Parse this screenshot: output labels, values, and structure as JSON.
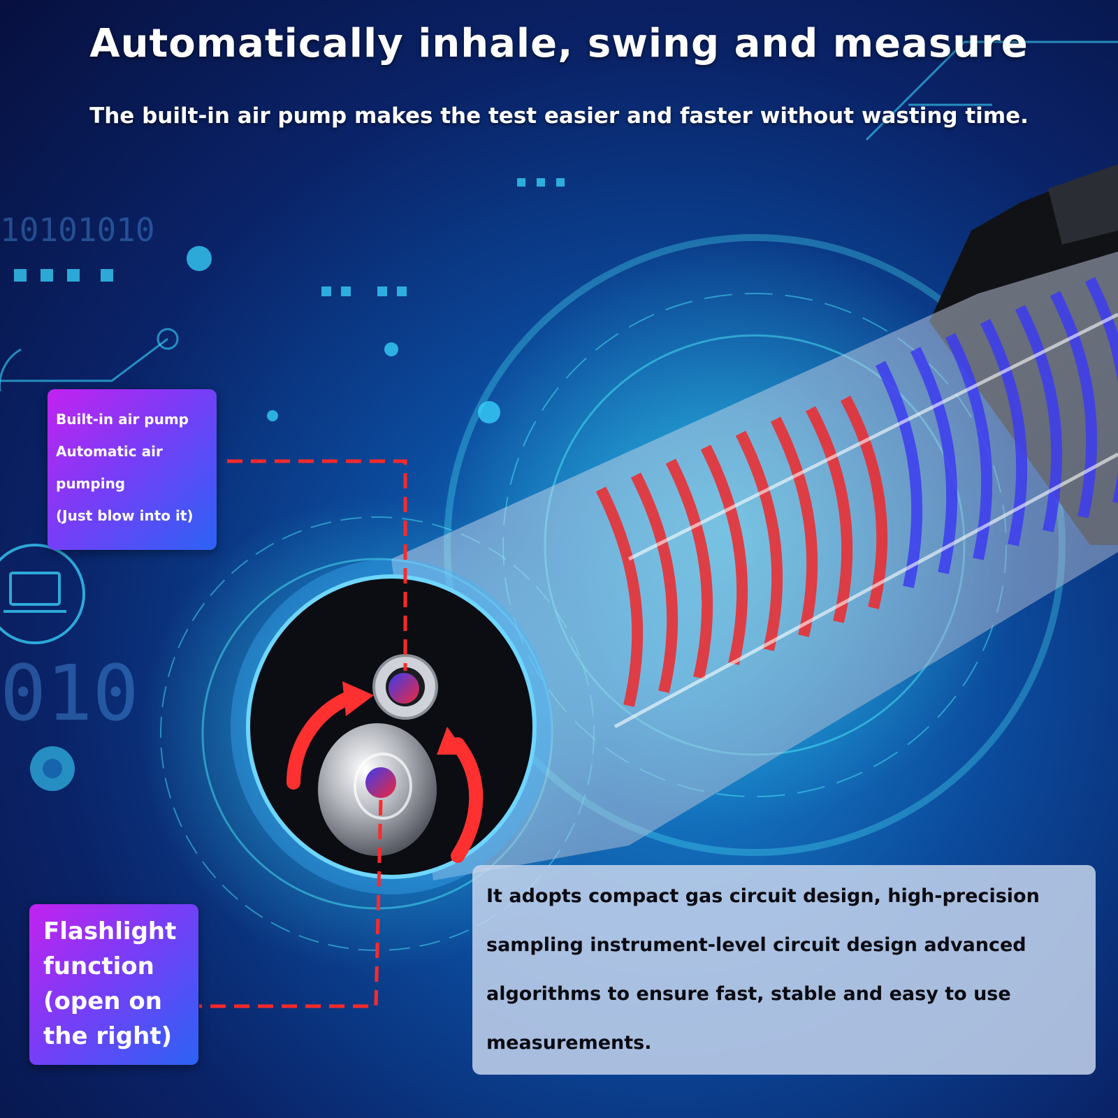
{
  "headline": "Automatically inhale, swing and measure",
  "subheadline": "The built-in air pump makes the test easier and faster without wasting time.",
  "callout_pump": {
    "lines": [
      "Built-in air pump",
      "Automatic air",
      "pumping",
      "(Just blow into it)"
    ]
  },
  "callout_flashlight": {
    "lines": [
      "Flashlight",
      "function",
      "(open on",
      "the right)"
    ]
  },
  "description": {
    "lines": [
      "It adopts compact gas circuit design, high-precision",
      "sampling instrument-level circuit design advanced",
      "algorithms to ensure fast, stable and easy to use",
      "measurements."
    ]
  },
  "background_digits": [
    "10101010",
    "010"
  ],
  "colors": {
    "background_deep": "#07103f",
    "background_glow": "#1a8fd6",
    "callout_gradient_start": "#c322f0",
    "callout_gradient_end": "#2b63f5",
    "pointer_line": "#ff2a2a",
    "device_red": "#f0282a",
    "device_blue": "#3c3cf0",
    "description_panel": "#c8d6ee"
  },
  "icons": [
    "laptop-icon",
    "gear-icon",
    "circuit-node-icon",
    "rotation-arrow-icon"
  ]
}
